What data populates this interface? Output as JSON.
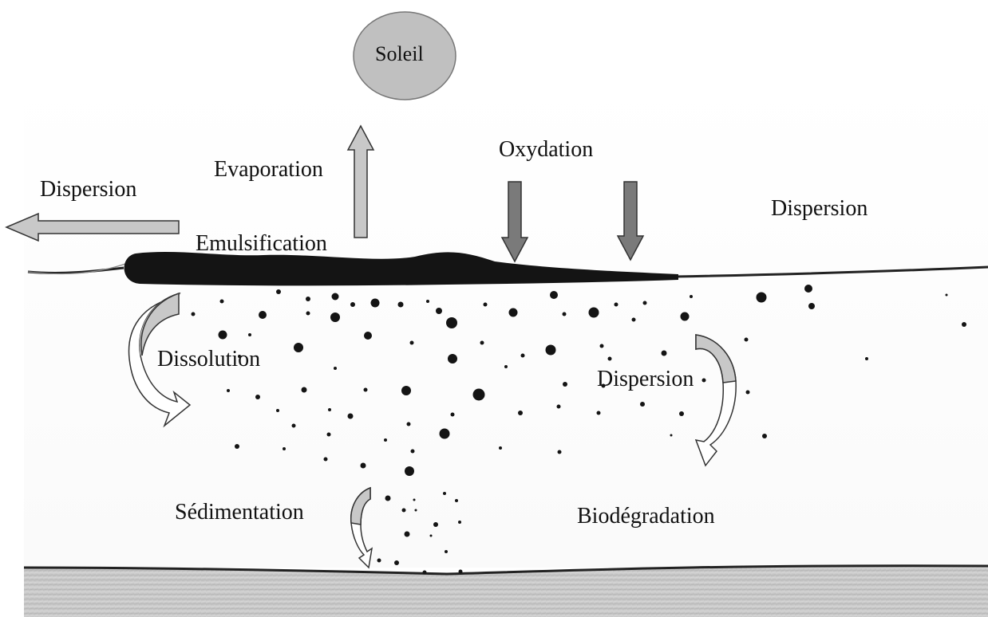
{
  "labels": {
    "sun": "Soleil",
    "dispersion_left": "Dispersion",
    "evaporation": "Evaporation",
    "oxidation": "Oxydation",
    "dispersion_right": "Dispersion",
    "emulsification": "Emulsification",
    "dissolution": "Dissolution",
    "dispersion_middle": "Dispersion",
    "sedimentation": "Sédimentation",
    "biodegradation": "Biodégradation"
  },
  "colors": {
    "background": "#ffffff",
    "sun_fill": "#c0c0c0",
    "light_arrow_fill": "#c8c8c8",
    "dark_arrow_fill": "#7a7a7a",
    "oil": "#141414",
    "seabed": "#c9c9c9",
    "ink": "#111111"
  }
}
